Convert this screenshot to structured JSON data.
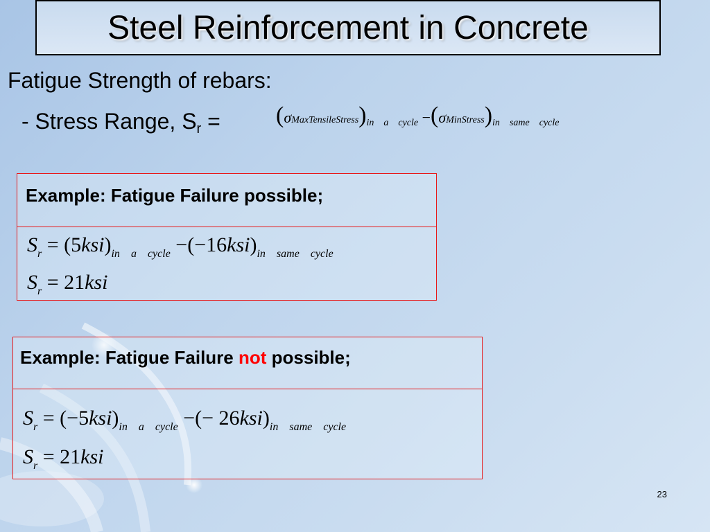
{
  "slide": {
    "title": "Steel Reinforcement in Concrete",
    "heading": "Fatigue Strength of rebars:",
    "stress_range_prefix": "- Stress Range, S",
    "stress_range_sub": "r",
    "stress_range_eq": " =",
    "formula": {
      "sigma": "σ",
      "max_sub": "MaxTensileStress",
      "min_sub": "MinStress",
      "in": "in",
      "a": "a",
      "cycle": "cycle",
      "same": "same",
      "minus": "−"
    },
    "example1": {
      "label": "Example: Fatigue Failure possible;",
      "line1": {
        "S": "S",
        "r": "r",
        "eq": "=",
        "val1": "5",
        "val2": "−16",
        "unit": "ksi"
      },
      "line2": {
        "S": "S",
        "r": "r",
        "eq": "=",
        "val": "21",
        "unit": "ksi"
      }
    },
    "example2": {
      "label_before": "Example: Fatigue Failure ",
      "label_not": "not",
      "label_after": " possible;",
      "line1": {
        "S": "S",
        "r": "r",
        "eq": "=",
        "val1": "−5",
        "val2": "− 26",
        "unit": "ksi"
      },
      "line2": {
        "S": "S",
        "r": "r",
        "eq": "=",
        "val": "21",
        "unit": "ksi"
      }
    },
    "page_number": "23",
    "colors": {
      "accent_red": "#ff0000",
      "box_border": "#e81818",
      "background": "#bcd3ec"
    }
  }
}
